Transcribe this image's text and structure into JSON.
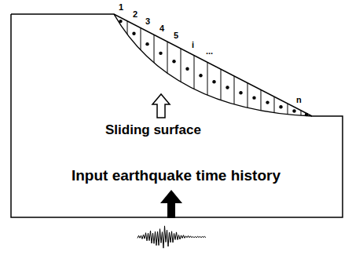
{
  "diagram": {
    "labels": [
      "1",
      "2",
      "3",
      "4",
      "5",
      "i",
      "...",
      "n",
      "Sliding surface",
      "Input earthquake time history"
    ]
  }
}
